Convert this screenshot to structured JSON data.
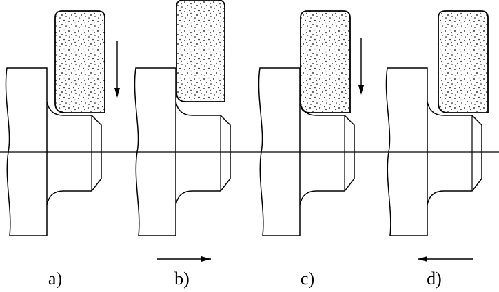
{
  "colors": {
    "stroke": "#000000",
    "background": "#ffffff",
    "wheel_speckle": "#000000"
  },
  "panels": [
    {
      "id": "a",
      "label": "a)",
      "wheel_feed_arrow": "down",
      "table_arrow": "none"
    },
    {
      "id": "b",
      "label": "b)",
      "wheel_feed_arrow": "none",
      "table_arrow": "right"
    },
    {
      "id": "c",
      "label": "c)",
      "wheel_feed_arrow": "down",
      "table_arrow": "none"
    },
    {
      "id": "d",
      "label": "d)",
      "wheel_feed_arrow": "none",
      "table_arrow": "left"
    }
  ]
}
